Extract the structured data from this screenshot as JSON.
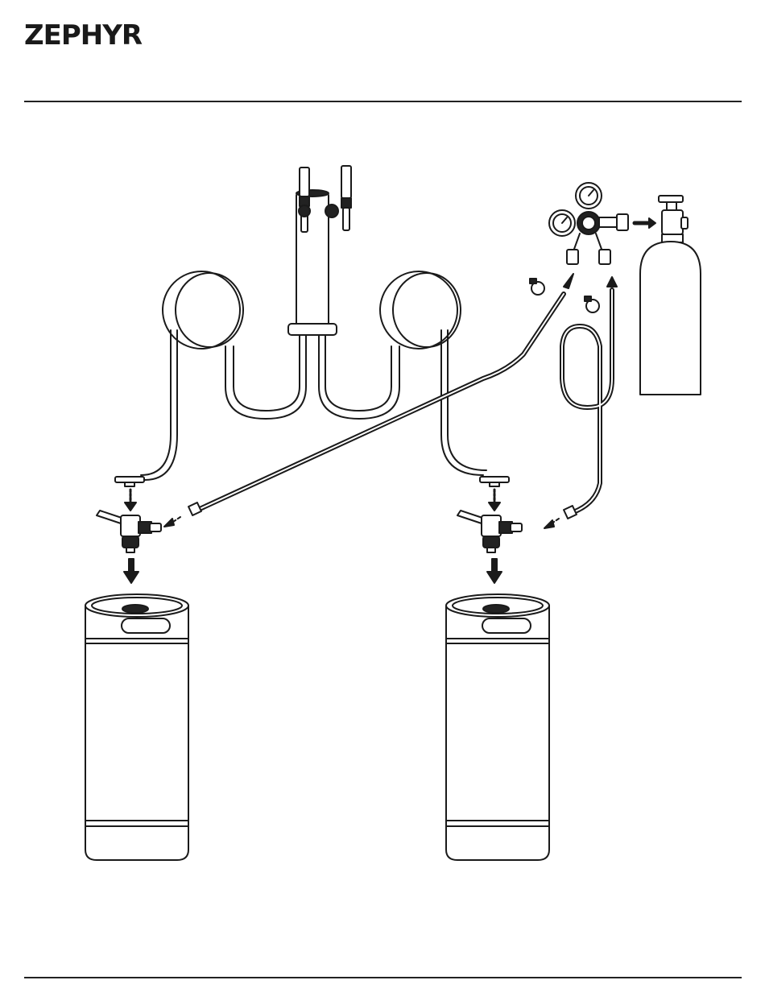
{
  "header": {
    "logo_text": "ZEPHYR"
  },
  "colors": {
    "line": "#1a1a1a",
    "background": "#ffffff"
  },
  "diagram": {
    "components": [
      "dual-tap-tower",
      "beer-line-coil-left",
      "beer-line-coil-right",
      "co2-regulator",
      "co2-tank",
      "gas-line-left",
      "gas-line-right",
      "keg-coupler-left",
      "keg-coupler-right",
      "keg-left",
      "keg-right",
      "hose-clamp-1",
      "hose-clamp-2"
    ]
  }
}
